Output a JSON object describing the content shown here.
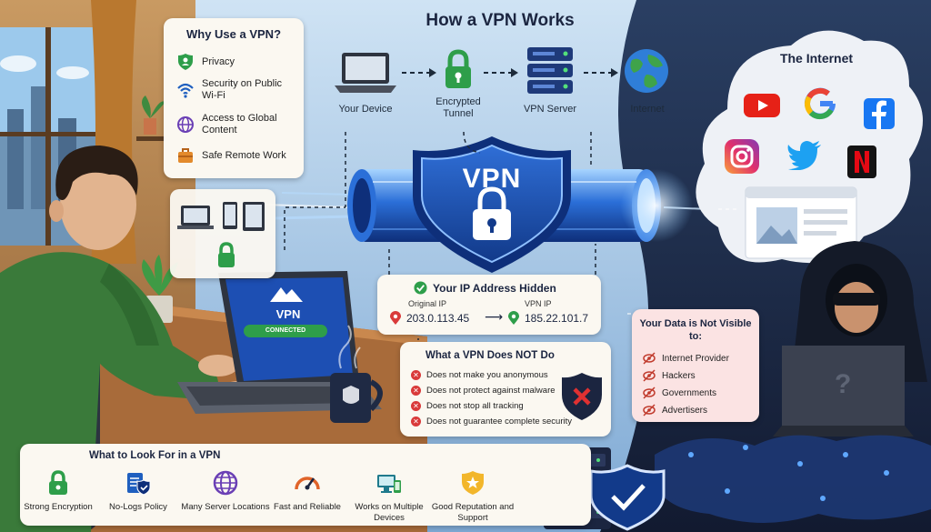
{
  "title": "How a VPN Works",
  "why": {
    "heading": "Why Use a VPN?",
    "items": [
      {
        "label": "Privacy",
        "icon": "shield-person-icon"
      },
      {
        "label": "Security on Public Wi-Fi",
        "icon": "wifi-icon"
      },
      {
        "label": "Access to Global Content",
        "icon": "globe-icon"
      },
      {
        "label": "Safe Remote Work",
        "icon": "briefcase-icon"
      }
    ]
  },
  "flow": {
    "device": "Your Device",
    "tunnel": "Encrypted Tunnel",
    "server": "VPN Server",
    "internet": "Internet"
  },
  "shield_text": "VPN",
  "laptop_screen": {
    "vpn": "VPN",
    "status": "CONNECTED"
  },
  "ip": {
    "heading": "Your IP Address Hidden",
    "original_label": "Original IP",
    "original_value": "203.0.113.45",
    "vpn_label": "VPN IP",
    "vpn_value": "185.22.101.7"
  },
  "not_do": {
    "heading": "What a VPN Does NOT Do",
    "items": [
      "Does not make you anonymous",
      "Does not protect against malware",
      "Does not stop all tracking",
      "Does not guarantee complete security"
    ]
  },
  "internet_cloud": {
    "heading": "The Internet",
    "services": [
      "youtube-icon",
      "google-icon",
      "facebook-icon",
      "instagram-icon",
      "twitter-icon",
      "netflix-icon"
    ]
  },
  "not_visible": {
    "heading": "Your Data is Not Visible to:",
    "items": [
      "Internet Provider",
      "Hackers",
      "Governments",
      "Advertisers"
    ]
  },
  "look_for": {
    "heading": "What to Look For in a VPN",
    "items": [
      {
        "label": "Strong Encryption",
        "icon": "lock-icon"
      },
      {
        "label": "No-Logs Policy",
        "icon": "no-logs-shield-icon"
      },
      {
        "label": "Many Server Locations",
        "icon": "globe-icon"
      },
      {
        "label": "Fast and Reliable",
        "icon": "speedometer-icon"
      },
      {
        "label": "Works on Multiple Devices",
        "icon": "devices-icon"
      },
      {
        "label": "Good Reputation and Support",
        "icon": "star-shield-icon"
      }
    ]
  },
  "colors": {
    "accent_blue": "#1f5fbf",
    "green": "#2e9e4a",
    "red": "#d93a3a",
    "dark_navy": "#1b2540"
  }
}
